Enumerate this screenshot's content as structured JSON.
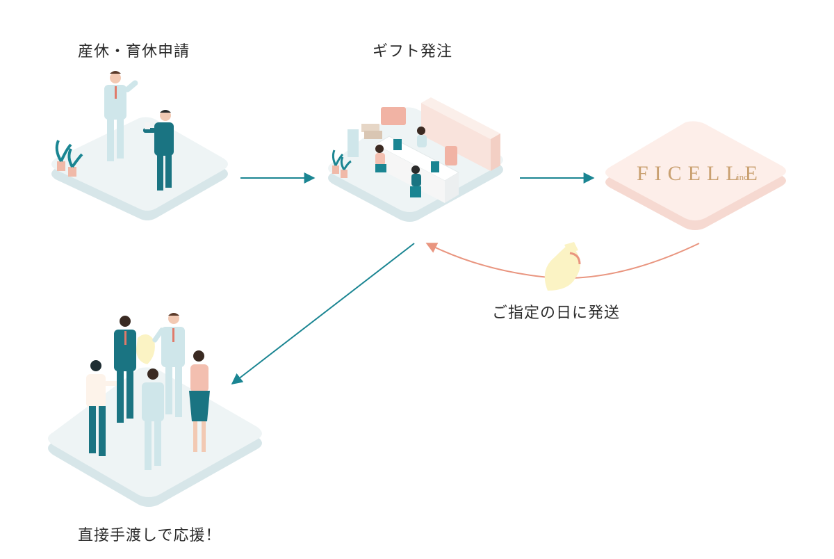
{
  "labels": {
    "leave_request": "産休・育休申請",
    "gift_order": "ギフト発注",
    "delivery": "ご指定の日に発送",
    "handover": "直接手渡しで応援！"
  },
  "brand": {
    "name": "FICELLE",
    "suffix": "inc."
  },
  "colors": {
    "teal": "#1a8592",
    "salmon": "#e9957f",
    "brand_gold": "#c9a070",
    "platform_top": "#eef4f5",
    "platform_side": "#d7e6e9",
    "brand_platform_top": "#fdeee9",
    "brand_platform_side": "#f6d9d1"
  }
}
